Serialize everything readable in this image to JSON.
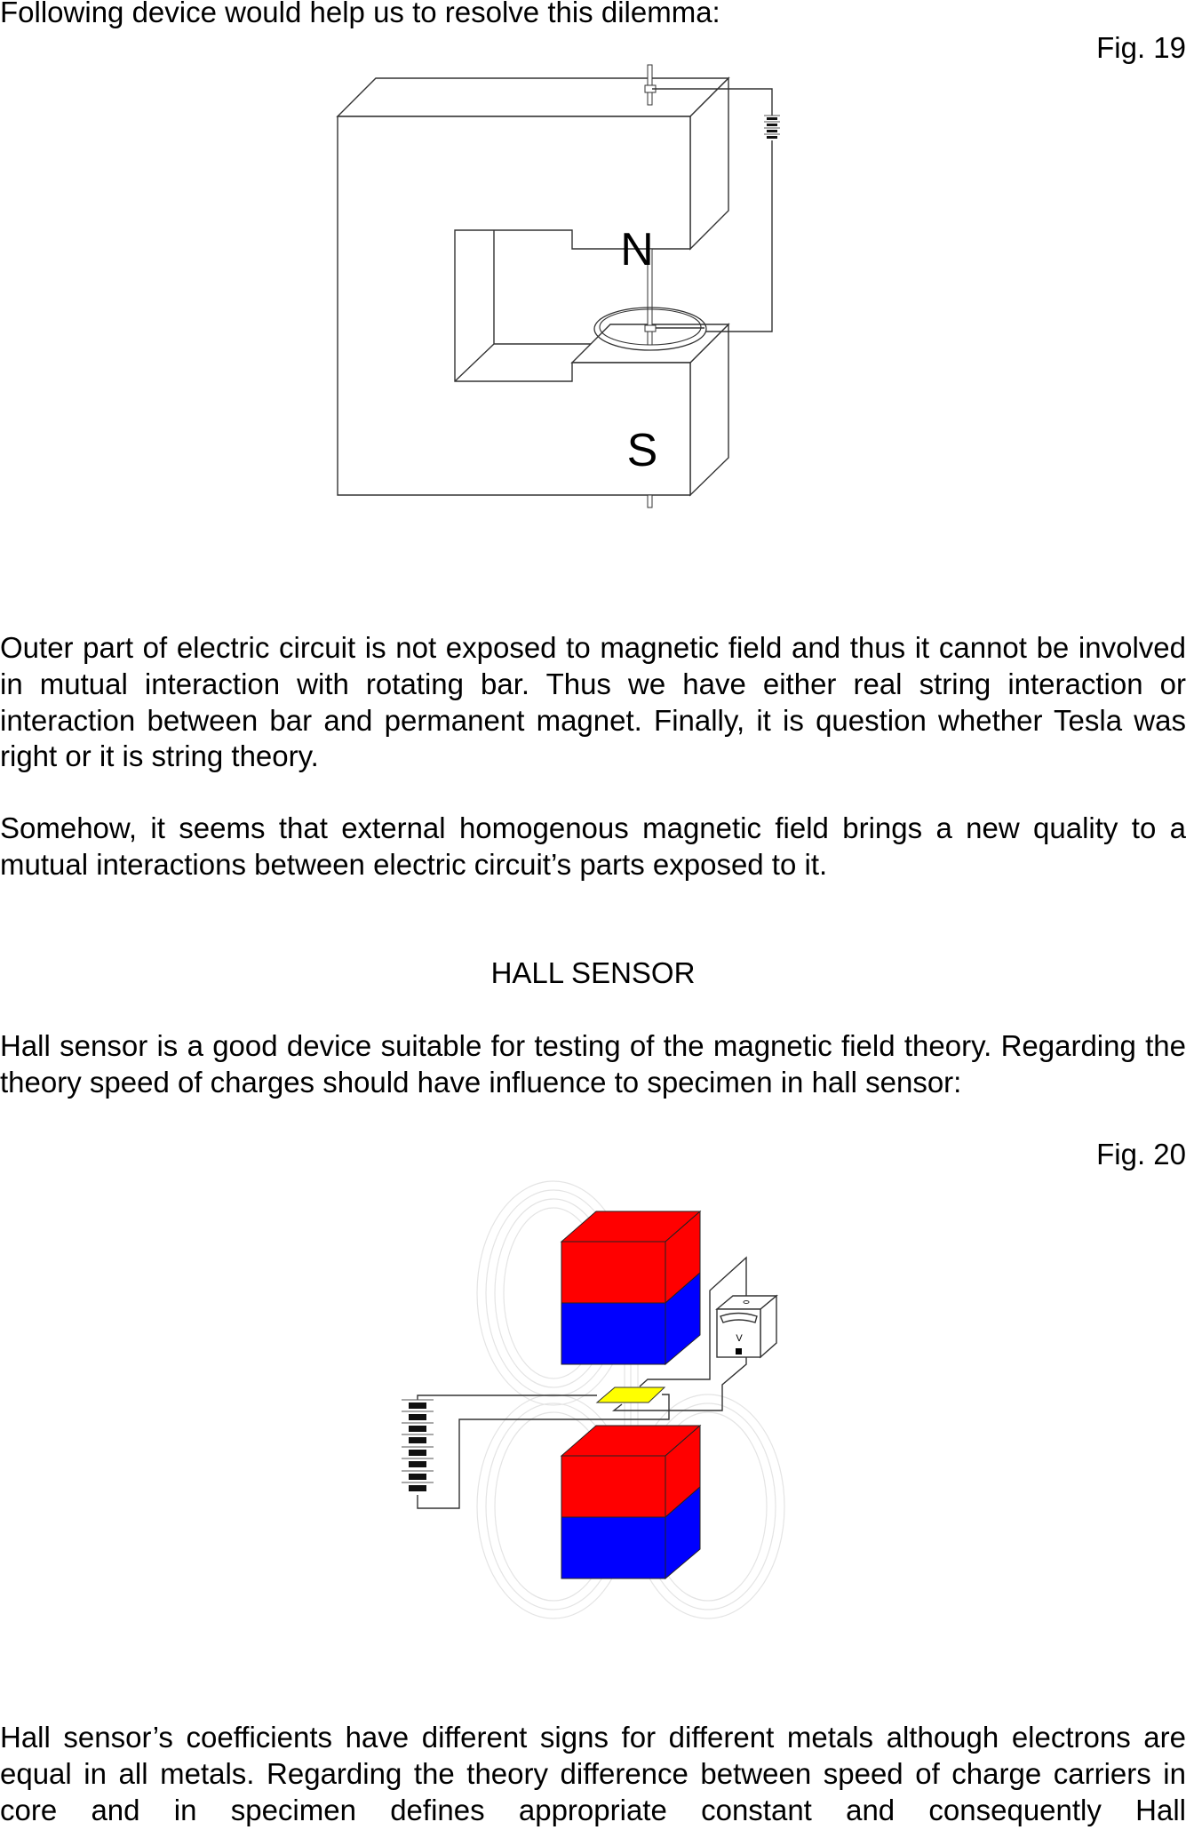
{
  "intro": "Following device would help us to resolve this dilemma:",
  "fig19": {
    "caption": "Fig. 19",
    "label_north": "N",
    "label_south": "S"
  },
  "para1": "Outer part of electric circuit is not exposed to magnetic field and thus it cannot be involved in mutual interaction with rotating bar. Thus we have either real string interaction or interaction between bar and permanent magnet. Finally, it is question whether Tesla was right or it is string theory.",
  "para2": "Somehow, it seems that external homogenous magnetic field brings a new quality to a mutual interactions between electric circuit’s parts exposed to it.",
  "section_title": "HALL SENSOR",
  "para3": "Hall sensor is a good device suitable for testing of the magnetic field theory. Regarding the theory speed of charges should have influence to specimen in hall sensor:",
  "fig20": {
    "caption": "Fig. 20",
    "voltmeter_label": "V",
    "magnet_north_color": "#ff0000",
    "magnet_south_color": "#0000ff",
    "specimen_color": "#ffff00"
  },
  "para4": "Hall sensor’s coefficients have different signs for different metals although electrons are equal in all metals. Regarding the theory difference between speed of charge carriers in core and in specimen defines appropriate constant and consequently Hall"
}
